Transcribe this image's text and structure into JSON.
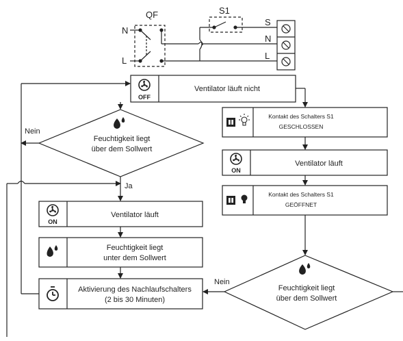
{
  "wiring": {
    "qf_label": "QF",
    "s1_label": "S1",
    "n_left": "N",
    "l_left": "L",
    "s_right": "S",
    "n_right": "N",
    "l_right": "L"
  },
  "icons": {
    "off_text": "OFF",
    "on_text": "ON"
  },
  "flow": {
    "fan_off": "Ventilator läuft nicht",
    "humidity_above": [
      "Feuchtigkeit liegt",
      "über dem Sollwert"
    ],
    "no": "Nein",
    "yes": "Ja",
    "fan_on": "Ventilator läuft",
    "humidity_below": [
      "Feuchtigkeit liegt",
      "unter dem Sollwert"
    ],
    "run_on": [
      "Aktivierung des Nachlaufschalters",
      "(2 bis 30 Minuten)"
    ],
    "s1_closed": [
      "Kontakt des Schalters S1",
      "GESCHLOSSEN"
    ],
    "fan_on_right": "Ventilator läuft",
    "s1_open": [
      "Kontakt des Schalters S1",
      "GEÖFFNET"
    ],
    "humidity_above_right": [
      "Feuchtigkeit liegt",
      "über dem Sollwert"
    ],
    "no_right": "Nein"
  }
}
